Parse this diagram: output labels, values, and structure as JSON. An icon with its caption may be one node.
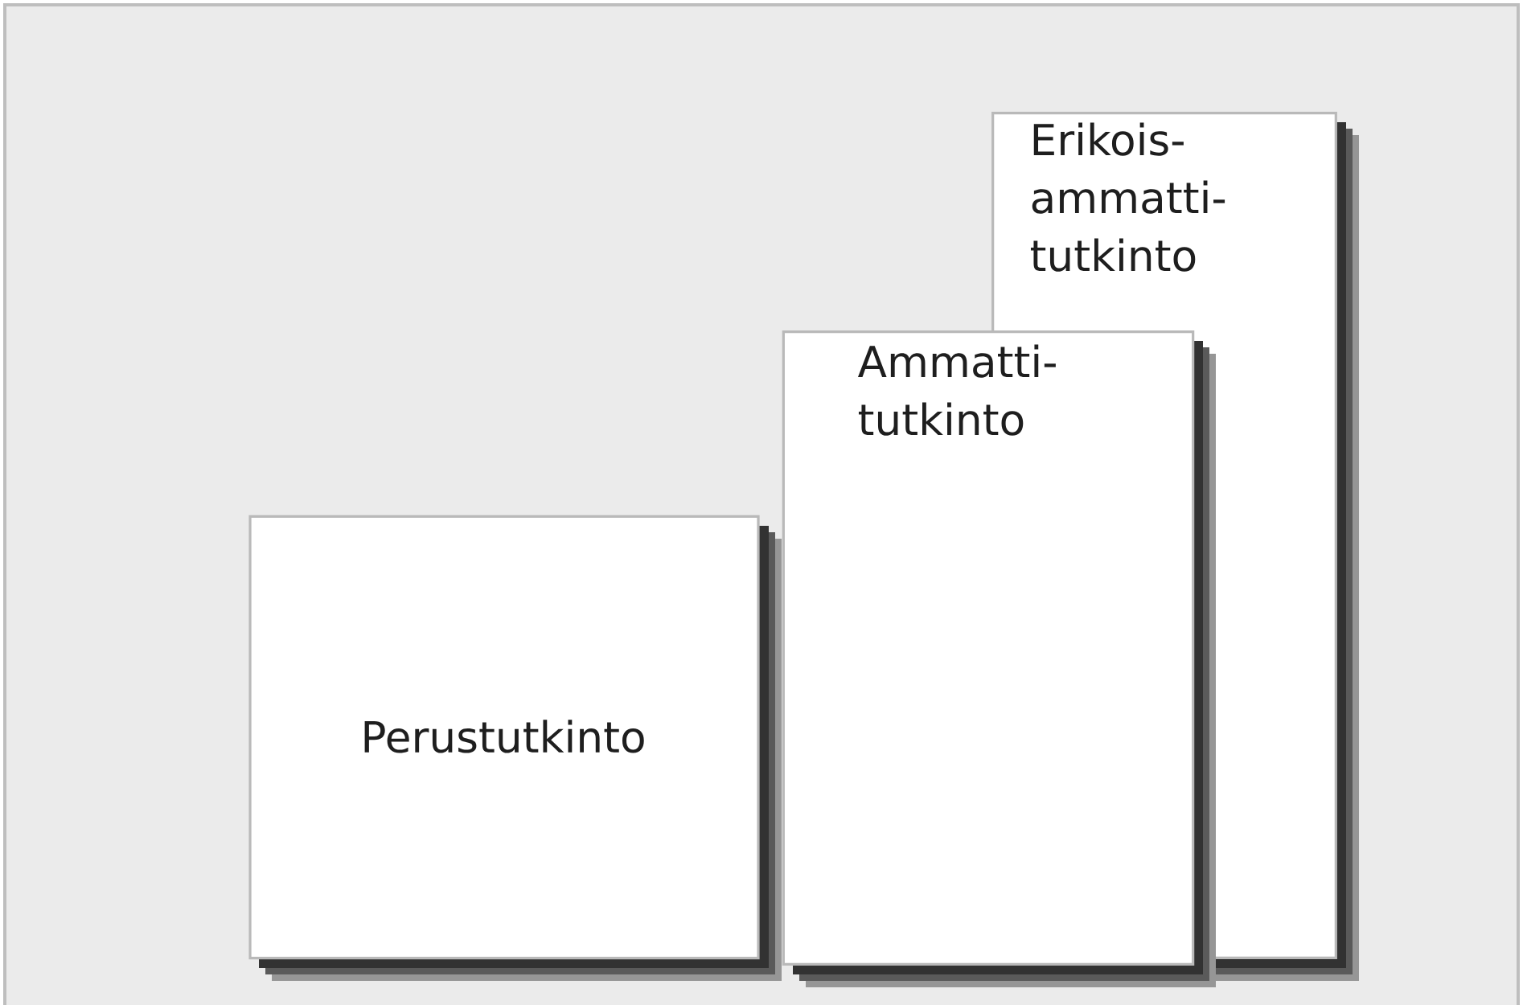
{
  "diagram": {
    "nodes": [
      {
        "text": [
          "Erikois- ammatti- tutkinto"
        ]
      },
      {
        "text": [
          "Ammatti- tutkinto"
        ]
      },
      {
        "text": [
          "Perustutkinto"
        ]
      }
    ]
  }
}
